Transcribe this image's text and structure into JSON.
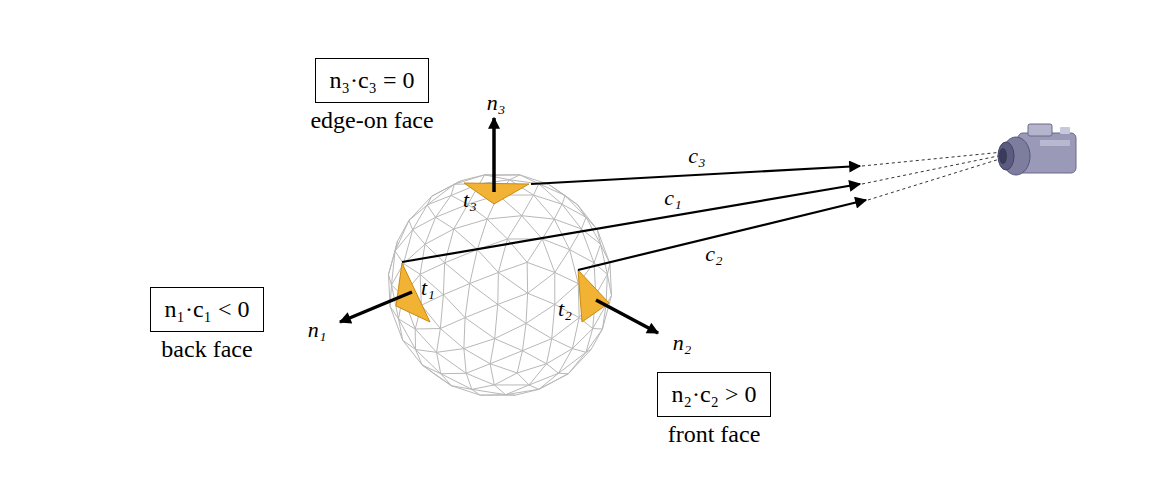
{
  "diagram": {
    "nodes": [
      {
        "text": [
          "n₃·c₃ = 0",
          "edge-on face"
        ]
      },
      {
        "text": [
          "n₁·c₁ < 0",
          "back face"
        ]
      },
      {
        "text": [
          "n₂·c₂ > 0",
          "front face"
        ]
      }
    ],
    "labels": [
      "n₃",
      "t₃",
      "c₃",
      "c₁",
      "c₂",
      "n₁",
      "t₁",
      "t₂",
      "n₂"
    ]
  }
}
